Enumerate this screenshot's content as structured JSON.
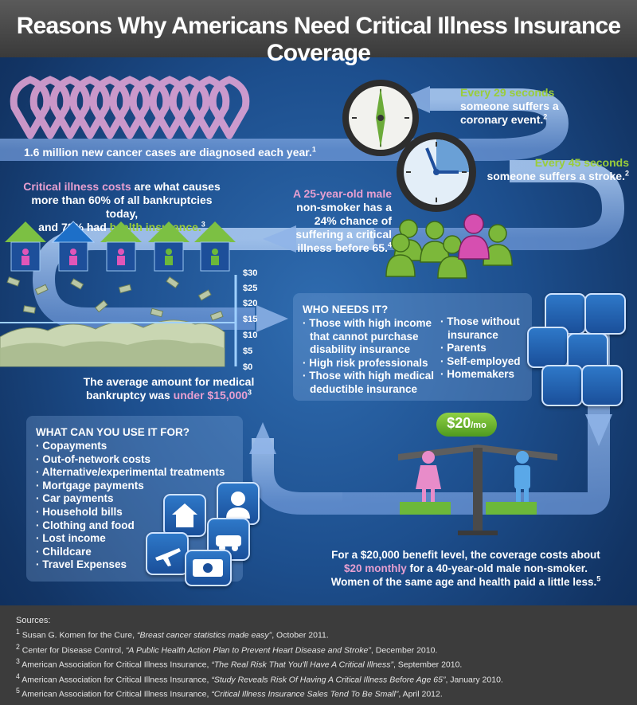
{
  "title": "Reasons Why Americans Need Critical Illness Insurance Coverage",
  "cancer": {
    "text": "1.6 million new cancer cases are diagnosed each year.",
    "ref": "1"
  },
  "coronary": {
    "line1": "Every 29 seconds",
    "line2": "someone suffers a",
    "line3": "coronary event.",
    "ref": "2"
  },
  "stroke": {
    "line1": "Every 45 seconds",
    "line2": "someone suffers a stroke.",
    "ref": "2"
  },
  "bankruptcy": {
    "l1a": "Critical illness costs",
    "l1b": " are what causes",
    "l2": "more than 60% of all bankruptcies today,",
    "l3a": "and 78% had ",
    "l3b": "health insurance.",
    "ref": "3"
  },
  "male_chance": {
    "line1": "A 25-year-old male",
    "line2": "non-smoker has a",
    "line3": "24% chance of",
    "line4": "suffering a critical",
    "line5": "illness before 65.",
    "ref": "4"
  },
  "money_scale": {
    "ticks": [
      "$30",
      "$25",
      "$20",
      "$15",
      "$10",
      "$5",
      "$0"
    ]
  },
  "average": {
    "line1": "The average amount for medical",
    "line2a": "bankruptcy was ",
    "line2b": "under $15,000",
    "ref": "3"
  },
  "who_needs": {
    "heading": "WHO NEEDS IT?",
    "col1": [
      "Those with high income",
      "that cannot purchase",
      "disability insurance",
      "High risk professionals",
      "Those with high medical",
      "deductible insurance"
    ],
    "col1_bullets": [
      true,
      false,
      false,
      true,
      true,
      false
    ],
    "col2": [
      "Those without",
      "insurance",
      "Parents",
      "Self-employed",
      "Homemakers"
    ],
    "col2_bullets": [
      true,
      false,
      true,
      true,
      true
    ]
  },
  "uses": {
    "heading": "WHAT CAN YOU USE IT FOR?",
    "items": [
      "Copayments",
      "Out-of-network costs",
      "Alternative/experimental treatments",
      "Mortgage payments",
      "Car payments",
      "Household bills",
      "Clothing and food",
      "Lost income",
      "Childcare",
      "Travel Expenses"
    ]
  },
  "price_tag": {
    "amount": "$20",
    "unit": "/mo"
  },
  "benefit": {
    "line1": "For a $20,000 benefit level, the coverage costs about",
    "line2a": "$20 monthly",
    "line2b": " for a 40-year-old male non-smoker.",
    "line3": "Women of the same age and health paid a little less.",
    "ref": "5"
  },
  "sources": {
    "label": "Sources:",
    "items": [
      {
        "n": "1",
        "pre": "Susan G. Komen for the Cure, ",
        "title": "“Breast cancer statistics made easy”",
        "post": ", October 2011."
      },
      {
        "n": "2",
        "pre": "Center for Disease Control, ",
        "title": "“A Public Health Action Plan to Prevent Heart Disease and Stroke”",
        "post": ", December 2010."
      },
      {
        "n": "3",
        "pre": "American Association for Critical Illness Insurance, ",
        "title": "“The Real Risk That You'll Have A Critical Illness”",
        "post": ", September 2010."
      },
      {
        "n": "4",
        "pre": "American Association for Critical Illness Insurance, ",
        "title": "“Study Reveals Risk Of Having A Critical Illness Before Age 65”",
        "post": ", January 2010."
      },
      {
        "n": "5",
        "pre": "American Association for Critical Illness Insurance, ",
        "title": "“Critical Illness Insurance Sales Tend To Be Small”",
        "post": ", April 2012."
      }
    ]
  },
  "colors": {
    "green": "#9acd3a",
    "pink": "#e79fd0",
    "road": "#8fb4e8"
  }
}
